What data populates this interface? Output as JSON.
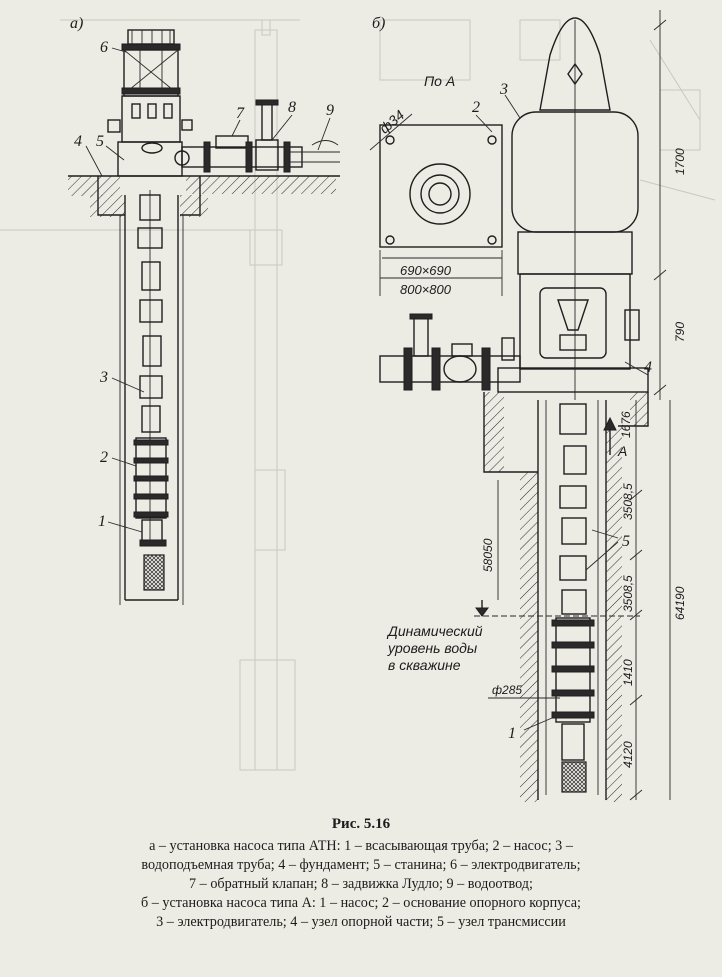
{
  "figure": {
    "panel_a": {
      "letter": "а)",
      "parts": [
        "1",
        "2",
        "3",
        "4",
        "5",
        "6",
        "7",
        "8",
        "9"
      ]
    },
    "panel_b": {
      "letter": "б)",
      "view_label": "По А",
      "arrow_label": "А",
      "parts": [
        "1",
        "2",
        "3",
        "4",
        "5"
      ],
      "hole_dia": "ф34",
      "base_inner": "690×690",
      "base_outer": "800×800",
      "dims": {
        "d1700": "1700",
        "d790": "790",
        "d1676": "1676",
        "d58050": "58050",
        "d64190": "64190",
        "d3508a": "3508,5",
        "d3508b": "3508,5",
        "d1410": "1410",
        "d4120": "4120"
      },
      "well_dia": "ф285",
      "water_note": [
        "Динамический",
        "уровень воды",
        "в скважине"
      ]
    }
  },
  "caption": {
    "title": "Рис. 5.16",
    "line1": "а – установка насоса типа АТН: 1 – всасывающая труба; 2 – насос; 3 –",
    "line2": "водоподъемная труба; 4 – фундамент; 5 – станина; 6 – электродвигатель;",
    "line3": "7 – обратный клапан; 8 – задвижка Лудло; 9 – водоотвод;",
    "line4": "б – установка насоса типа А: 1 – насос; 2 – основание опорного корпуса;",
    "line5": "3 – электродвигатель; 4 – узел опорной части; 5 – узел трансмиссии"
  },
  "colors": {
    "paper": "#ecebe4",
    "ink": "#1e1e1e",
    "bleed": "#c9c8c2"
  }
}
